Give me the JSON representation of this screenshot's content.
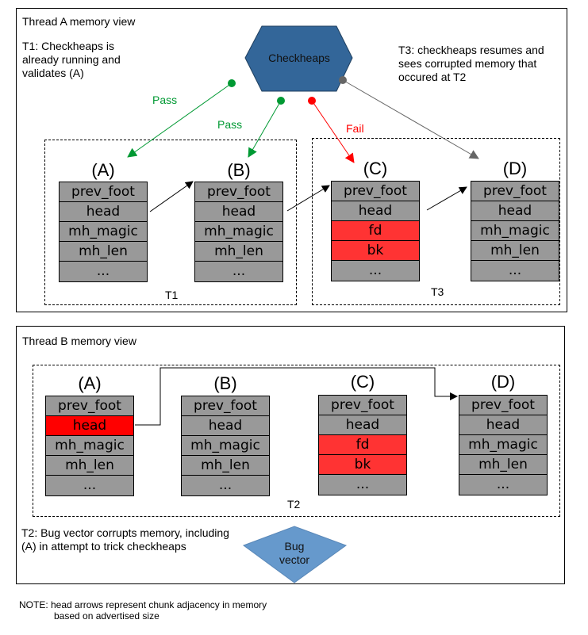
{
  "thread_a": {
    "title": "Thread A memory view",
    "t1_note": [
      "T1: Checkheaps is",
      "already running and",
      "validates (A)"
    ],
    "t3_note": [
      "T3: checkheaps resumes and",
      "sees corrupted memory that",
      "occured at T2"
    ],
    "checkheaps_label": "Checkheaps",
    "arrow_labels": {
      "pass1": "Pass",
      "pass2": "Pass",
      "fail": "Fail"
    },
    "group_labels": {
      "t1": "T1",
      "t3": "T3"
    },
    "chunks": [
      {
        "label": "(A)",
        "fields": [
          {
            "name": "prev_foot",
            "state": "normal"
          },
          {
            "name": "head",
            "state": "normal"
          },
          {
            "name": "mh_magic",
            "state": "normal"
          },
          {
            "name": "mh_len",
            "state": "normal"
          },
          {
            "name": "...",
            "state": "normal"
          }
        ]
      },
      {
        "label": "(B)",
        "fields": [
          {
            "name": "prev_foot",
            "state": "normal"
          },
          {
            "name": "head",
            "state": "normal"
          },
          {
            "name": "mh_magic",
            "state": "normal"
          },
          {
            "name": "mh_len",
            "state": "normal"
          },
          {
            "name": "...",
            "state": "normal"
          }
        ]
      },
      {
        "label": "(C)",
        "fields": [
          {
            "name": "prev_foot",
            "state": "normal"
          },
          {
            "name": "head",
            "state": "normal"
          },
          {
            "name": "fd",
            "state": "corrupted"
          },
          {
            "name": "bk",
            "state": "corrupted"
          },
          {
            "name": "...",
            "state": "normal"
          }
        ]
      },
      {
        "label": "(D)",
        "fields": [
          {
            "name": "prev_foot",
            "state": "normal"
          },
          {
            "name": "head",
            "state": "normal"
          },
          {
            "name": "mh_magic",
            "state": "normal"
          },
          {
            "name": "mh_len",
            "state": "normal"
          },
          {
            "name": "...",
            "state": "normal"
          }
        ]
      }
    ]
  },
  "thread_b": {
    "title": "Thread B memory view",
    "group_label": "T2",
    "t2_note": [
      "T2: Bug vector corrupts memory, including",
      "(A) in attempt to trick checkheaps"
    ],
    "bug_vector_label": [
      "Bug",
      "vector"
    ],
    "chunks": [
      {
        "label": "(A)",
        "fields": [
          {
            "name": "prev_foot",
            "state": "normal"
          },
          {
            "name": "head",
            "state": "modified"
          },
          {
            "name": "mh_magic",
            "state": "normal"
          },
          {
            "name": "mh_len",
            "state": "normal"
          },
          {
            "name": "...",
            "state": "normal"
          }
        ]
      },
      {
        "label": "(B)",
        "fields": [
          {
            "name": "prev_foot",
            "state": "normal"
          },
          {
            "name": "head",
            "state": "normal"
          },
          {
            "name": "mh_magic",
            "state": "normal"
          },
          {
            "name": "mh_len",
            "state": "normal"
          },
          {
            "name": "...",
            "state": "normal"
          }
        ]
      },
      {
        "label": "(C)",
        "fields": [
          {
            "name": "prev_foot",
            "state": "normal"
          },
          {
            "name": "head",
            "state": "normal"
          },
          {
            "name": "fd",
            "state": "corrupted"
          },
          {
            "name": "bk",
            "state": "corrupted"
          },
          {
            "name": "...",
            "state": "normal"
          }
        ]
      },
      {
        "label": "(D)",
        "fields": [
          {
            "name": "prev_foot",
            "state": "normal"
          },
          {
            "name": "head",
            "state": "normal"
          },
          {
            "name": "mh_magic",
            "state": "normal"
          },
          {
            "name": "mh_len",
            "state": "normal"
          },
          {
            "name": "...",
            "state": "normal"
          }
        ]
      }
    ]
  },
  "footer_note": [
    "NOTE: head arrows represent chunk adjacency in memory",
    "based on advertised size"
  ],
  "colors": {
    "checkheaps_fill": "#336699",
    "bug_vector_fill": "#6699cc",
    "pass": "#009933",
    "fail": "#ff0000",
    "resume": "#666666",
    "cell_normal": "#999999",
    "cell_corrupted": "#ff3333",
    "cell_modified": "#ff0000"
  }
}
